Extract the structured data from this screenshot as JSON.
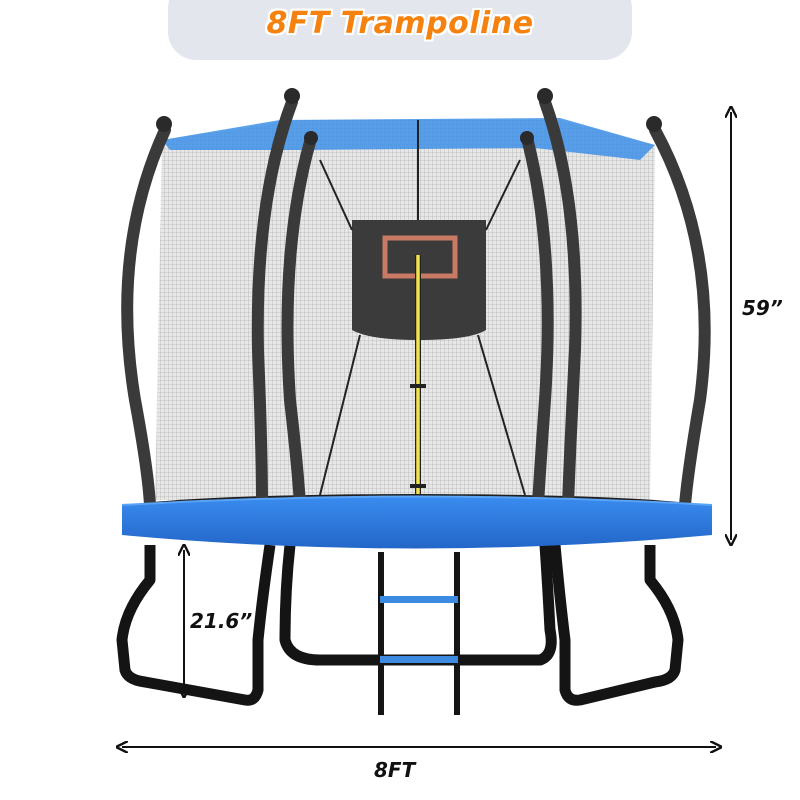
{
  "title": "8FT Trampoline",
  "product": {
    "name": "8FT Trampoline",
    "features": [
      "enclosure-net",
      "basketball-hoop",
      "ladder",
      "padded-frame"
    ],
    "colors": {
      "title": "#f5820f",
      "banner": "#e3e6ec",
      "pad": "#2f7fe0",
      "poles": "#3a3a3a",
      "legs": "#141414",
      "hoop": "#c87a64",
      "backboard": "#3b3b3b",
      "yellow_pole": "#f2e34a",
      "net": "#d9d9d9"
    }
  },
  "dimensions": {
    "height": "59”",
    "leg_height": "21.6”",
    "width": "8FT"
  }
}
